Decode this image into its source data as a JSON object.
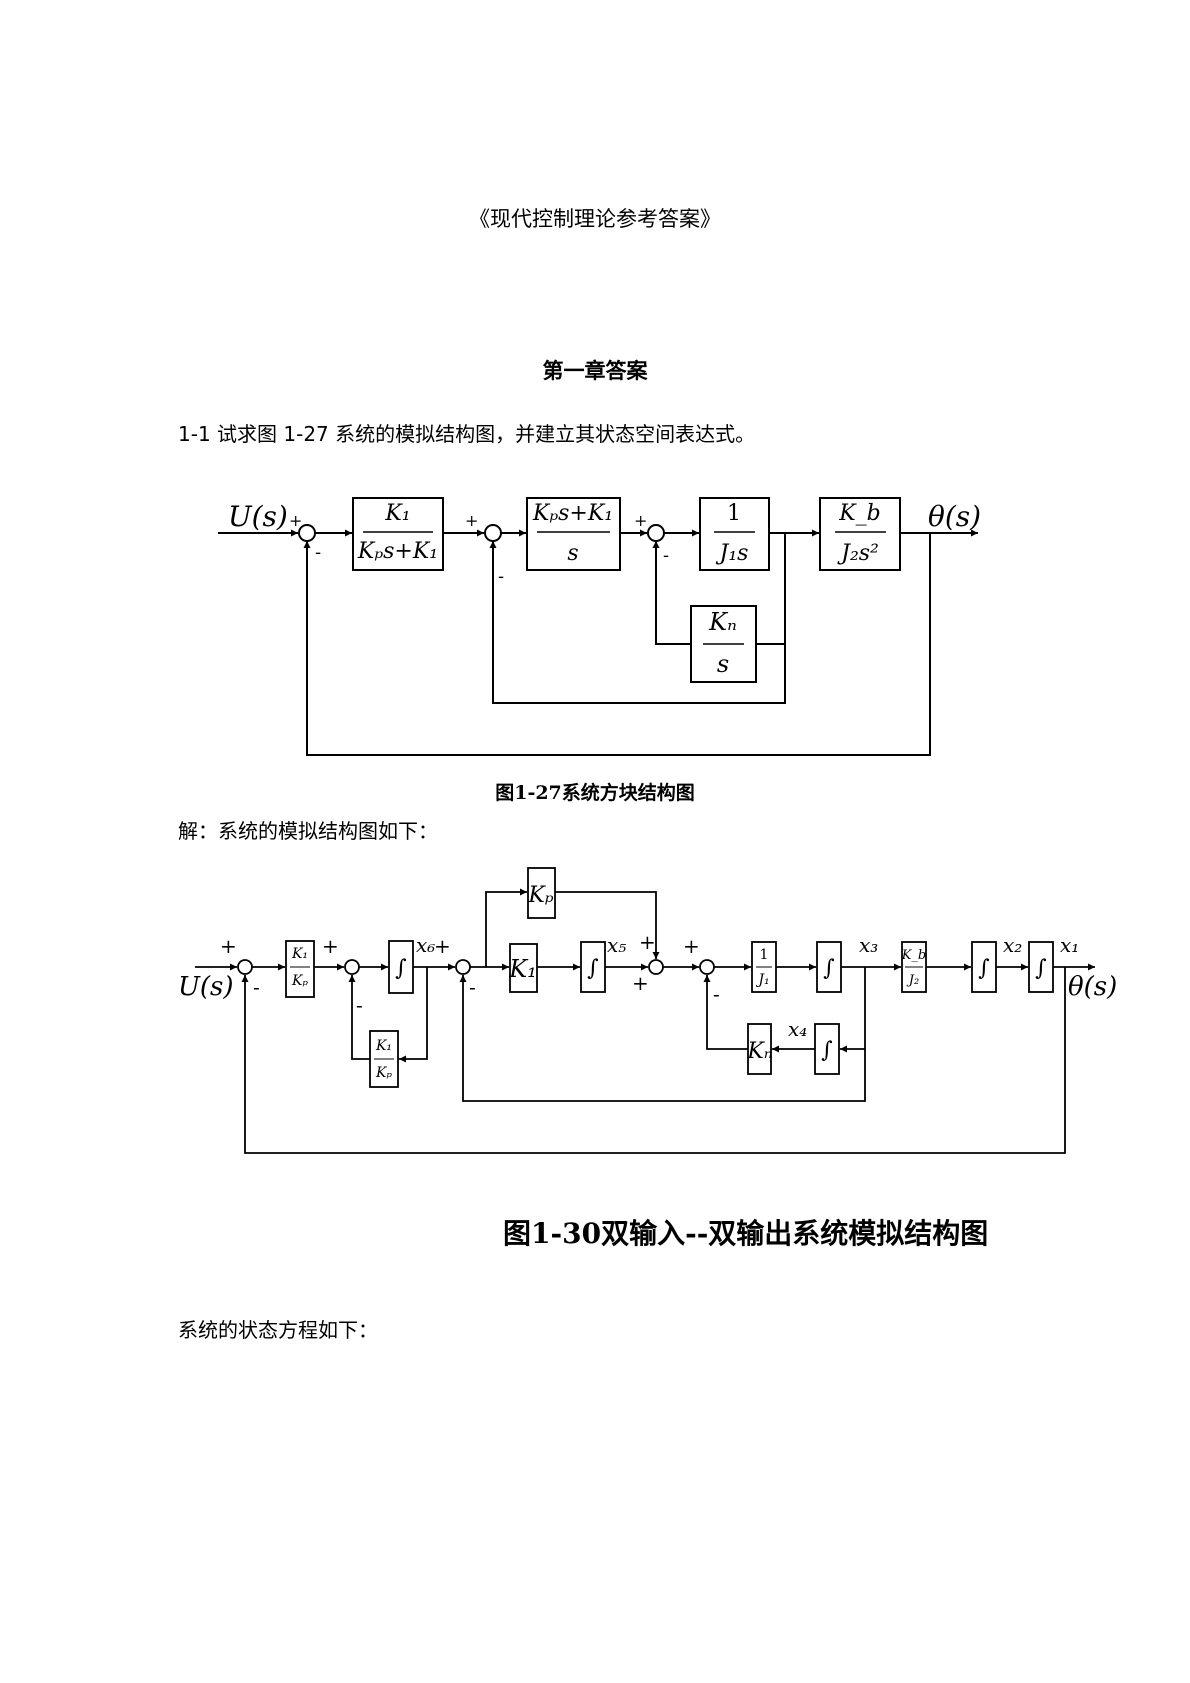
{
  "document": {
    "title": "《现代控制理论参考答案》",
    "chapter": "第一章答案",
    "problem": "1-1  试求图 1-27 系统的模拟结构图，并建立其状态空间表达式。",
    "figure1_caption": "图1-27系统方块结构图",
    "solution_intro": "解：系统的模拟结构图如下：",
    "figure2_caption": "图1-30双输入--双输出系统模拟结构图",
    "state_eq_intro": "系统的状态方程如下："
  },
  "figure1": {
    "input": "U(s)",
    "output": "θ(s)",
    "plus": "+",
    "minus": "-",
    "block1": {
      "num": "K₁",
      "den": "Kₚs+K₁"
    },
    "block2": {
      "num": "Kₚs+K₁",
      "den": "s"
    },
    "block3": {
      "num": "1",
      "den": "J₁s"
    },
    "block4": {
      "num": "K_b",
      "den": "J₂s²"
    },
    "feedback_block": {
      "num": "Kₙ",
      "den": "s"
    }
  },
  "figure2": {
    "input": "U(s)",
    "output": "θ(s)",
    "plus": "+",
    "minus": "-",
    "integrator": "∫",
    "gain_k1_kp": {
      "num": "K₁",
      "den": "Kₚ"
    },
    "gain_k1": "K₁",
    "gain_kp": "Kₚ",
    "gain_1_j1": {
      "num": "1",
      "den": "J₁"
    },
    "gain_kb_j2": {
      "num": "K_b",
      "den": "J₂"
    },
    "gain_kn": "Kₙ",
    "states": [
      "x₁",
      "x₂",
      "x₃",
      "x₄",
      "x₅",
      "x₆"
    ]
  }
}
